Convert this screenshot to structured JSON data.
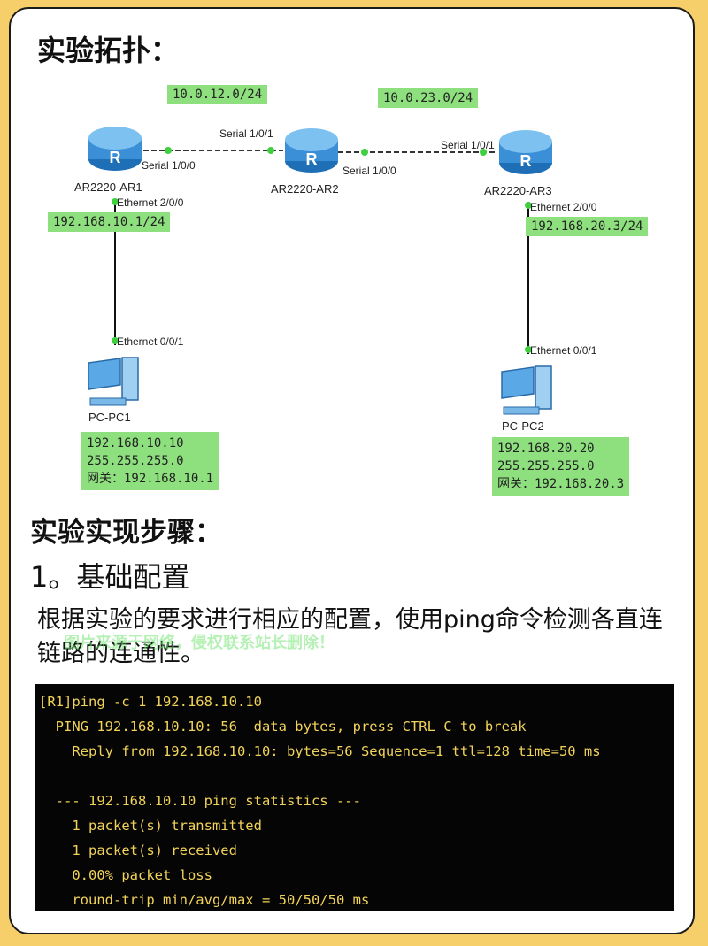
{
  "title": "实验拓扑：",
  "networks": [
    "10.0.12.0/24",
    "10.0.23.0/24"
  ],
  "routers": [
    {
      "name": "AR2220-AR1"
    },
    {
      "name": "AR2220-AR2"
    },
    {
      "name": "AR2220-AR3"
    }
  ],
  "interfaces": {
    "ar1_serial": "Serial 1/0/0",
    "ar2_serial_left": "Serial 1/0/1",
    "ar2_serial_right": "Serial 1/0/0",
    "ar3_serial": "Serial 1/0/1",
    "ar1_eth": "Ethernet 2/0/0",
    "ar3_eth": "Ethernet 2/0/0",
    "pc1_eth": "Ethernet 0/0/1",
    "pc2_eth": "Ethernet 0/0/1"
  },
  "gateway_ips": [
    "192.168.10.1/24",
    "192.168.20.3/24"
  ],
  "pcs": [
    {
      "name": "PC-PC1",
      "ip": "192.168.10.10",
      "mask": "255.255.255.0",
      "gateway": "网关：192.168.10.1"
    },
    {
      "name": "PC-PC2",
      "ip": "192.168.20.20",
      "mask": "255.255.255.0",
      "gateway": "网关：192.168.20.3"
    }
  ],
  "steps_title": "实验实现步骤：",
  "step1": "1。基础配置",
  "description": "根据实验的要求进行相应的配置，使用ping命令检测各直连链路的连通性。",
  "watermark": "图片来源于网络，侵权联系站长删除！",
  "terminal_lines": [
    "[R1]ping -c 1 192.168.10.10",
    "  PING 192.168.10.10: 56  data bytes, press CTRL_C to break",
    "    Reply from 192.168.10.10: bytes=56 Sequence=1 ttl=128 time=50 ms",
    "",
    "  --- 192.168.10.10 ping statistics ---",
    "    1 packet(s) transmitted",
    "    1 packet(s) received",
    "    0.00% packet loss",
    "    round-trip min/avg/max = 50/50/50 ms"
  ],
  "colors": {
    "background": "#f7cf6a",
    "label_green": "#8ee07e",
    "router_blue": "#3b8fd6",
    "terminal_text": "#f2d35a"
  }
}
